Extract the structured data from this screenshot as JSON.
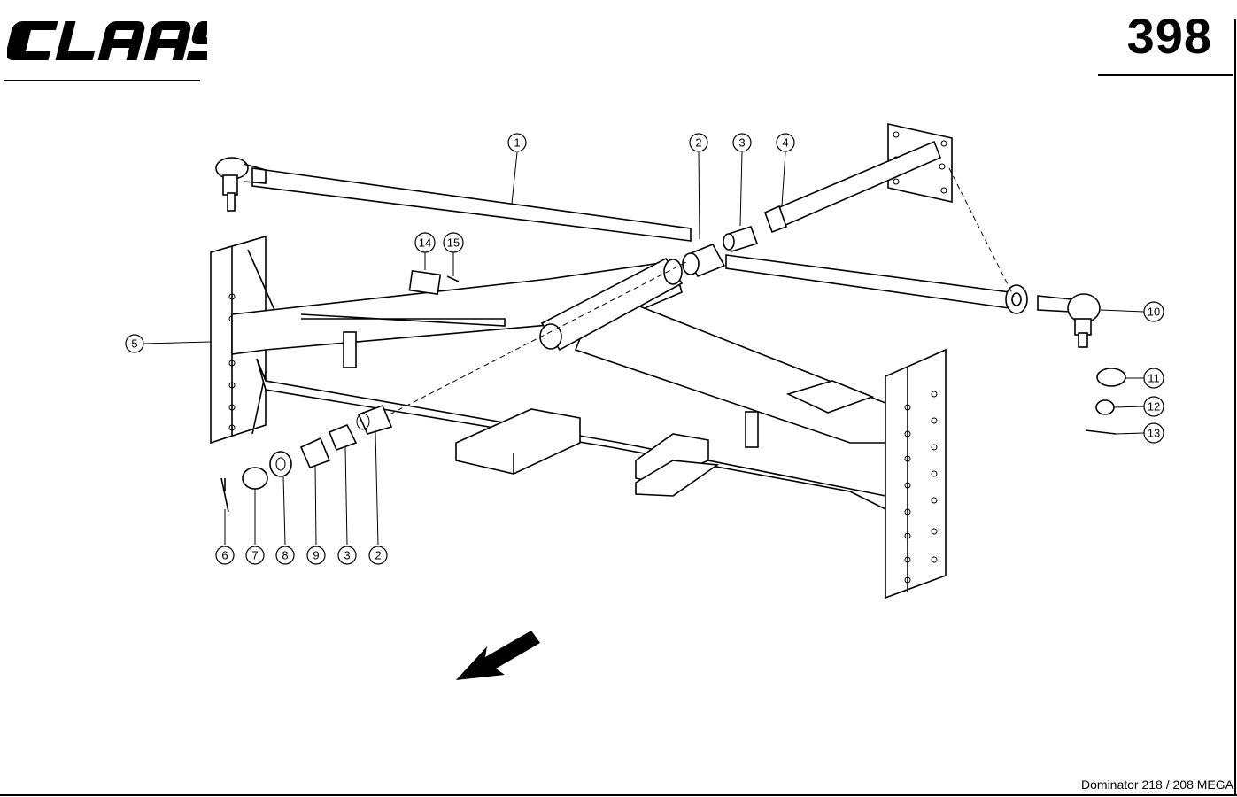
{
  "brand": {
    "logo_text": "CLAAS"
  },
  "page": {
    "number": "398"
  },
  "footer": {
    "model": "Dominator 218 / 208 MEGA"
  },
  "callouts": [
    "1",
    "2",
    "3",
    "4",
    "5",
    "6",
    "7",
    "8",
    "9",
    "3",
    "2",
    "10",
    "11",
    "12",
    "13",
    "14",
    "15"
  ],
  "icons": {
    "direction_arrow": "arrow-down-left-icon"
  }
}
